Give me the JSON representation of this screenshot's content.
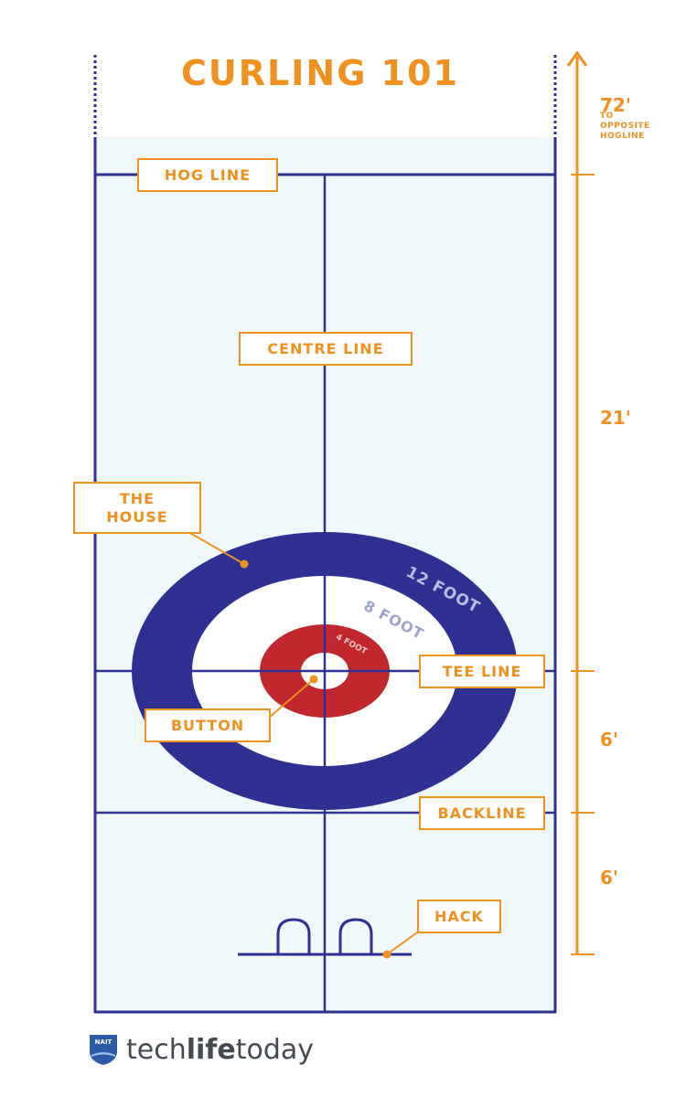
{
  "title": "CURLING 101",
  "labels": {
    "hog_line": "HOG LINE",
    "centre_line": "CENTRE LINE",
    "the_house_line1": "THE",
    "the_house_line2": "HOUSE",
    "tee_line": "TEE LINE",
    "button": "BUTTON",
    "backline": "BACKLINE",
    "hack": "HACK"
  },
  "rings": {
    "twelve_foot": "12 FOOT",
    "eight_foot": "8 FOOT",
    "four_foot": "4 FOOT"
  },
  "dimensions": {
    "top_value": "72'",
    "top_note_line1": "TO",
    "top_note_line2": "OPPOSITE",
    "top_note_line3": "HOGLINE",
    "hog_to_tee": "21'",
    "tee_to_back": "6'",
    "back_to_hack": "6'"
  },
  "logo": {
    "badge": "NAIT",
    "part1": "tech",
    "part2": "life",
    "part3": "today"
  },
  "colors": {
    "accent_orange": "#f0901e",
    "line_navy": "#2e3192",
    "ice": "#f1f8fb",
    "red_ring": "#c1272d",
    "eight_foot_text": "#9ea4cf",
    "twelve_foot_text": "#b9bde0"
  }
}
